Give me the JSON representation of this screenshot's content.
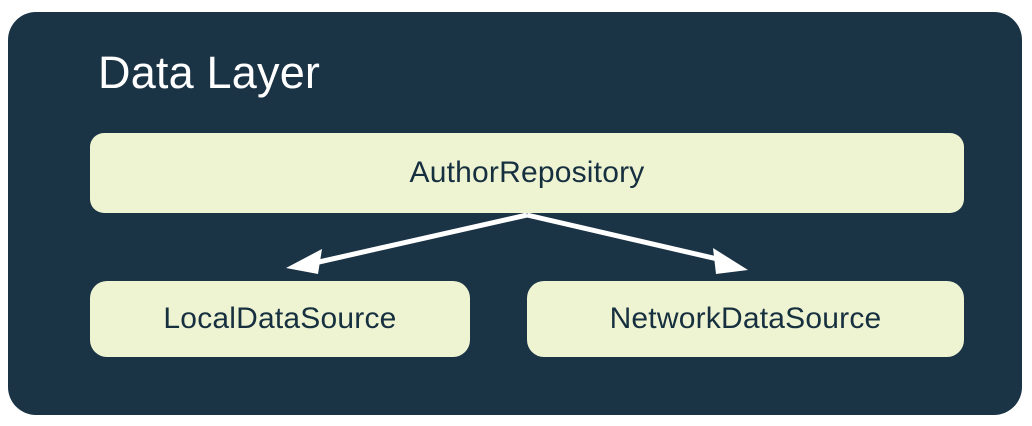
{
  "diagram": {
    "type": "architecture-block-diagram",
    "container": {
      "title": "Data Layer",
      "background_color": "#1A3345",
      "title_color": "#FFFFFF"
    },
    "node_color": "#EEF3D2",
    "node_text_color": "#17303F",
    "edge_color": "#FFFFFF",
    "nodes": [
      {
        "id": "author-repository",
        "label": "AuthorRepository"
      },
      {
        "id": "local-data-source",
        "label": "LocalDataSource"
      },
      {
        "id": "network-data-source",
        "label": "NetworkDataSource"
      }
    ],
    "edges": [
      {
        "from": "author-repository",
        "to": "local-data-source",
        "arrow": "to"
      },
      {
        "from": "author-repository",
        "to": "network-data-source",
        "arrow": "to"
      }
    ]
  }
}
